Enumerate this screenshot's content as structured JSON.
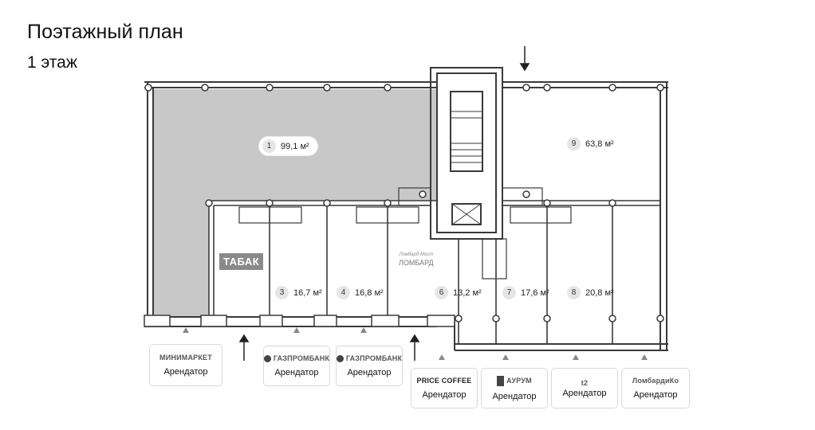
{
  "header": {
    "title": "Поэтажный план",
    "floor": "1 этаж"
  },
  "rooms": [
    {
      "num": "1",
      "area": "99,1 м²"
    },
    {
      "num": "3",
      "area": "16,7 м²"
    },
    {
      "num": "4",
      "area": "16,8 м²"
    },
    {
      "num": "6",
      "area": "13,2 м²"
    },
    {
      "num": "7",
      "area": "17,6 м²"
    },
    {
      "num": "8",
      "area": "20,8 м²"
    },
    {
      "num": "9",
      "area": "63,8 м²"
    }
  ],
  "signs": {
    "tabak": "ТАБАК",
    "lombard_small": "Ломбард Мост",
    "lombard": "ЛОМБАРД"
  },
  "tenants": [
    {
      "logo": "МИНИМАРКЕТ",
      "role": "Арендатор"
    },
    {
      "logo": "ГАЗПРОМБАНК",
      "role": "Арендатор"
    },
    {
      "logo": "ГАЗПРОМБАНК",
      "role": "Арендатор"
    },
    {
      "logo": "PRICE COFFEE",
      "role": "Арендатор"
    },
    {
      "logo": "АУРУМ",
      "role": "Арендатор"
    },
    {
      "logo": "t2",
      "role": "Арендатор"
    },
    {
      "logo": "ЛомбардиКо",
      "role": "Арендатор"
    }
  ],
  "colors": {
    "highlight": "#c8c8c8",
    "wall": "#3a3a3a",
    "card_border": "#d9d9d9"
  }
}
